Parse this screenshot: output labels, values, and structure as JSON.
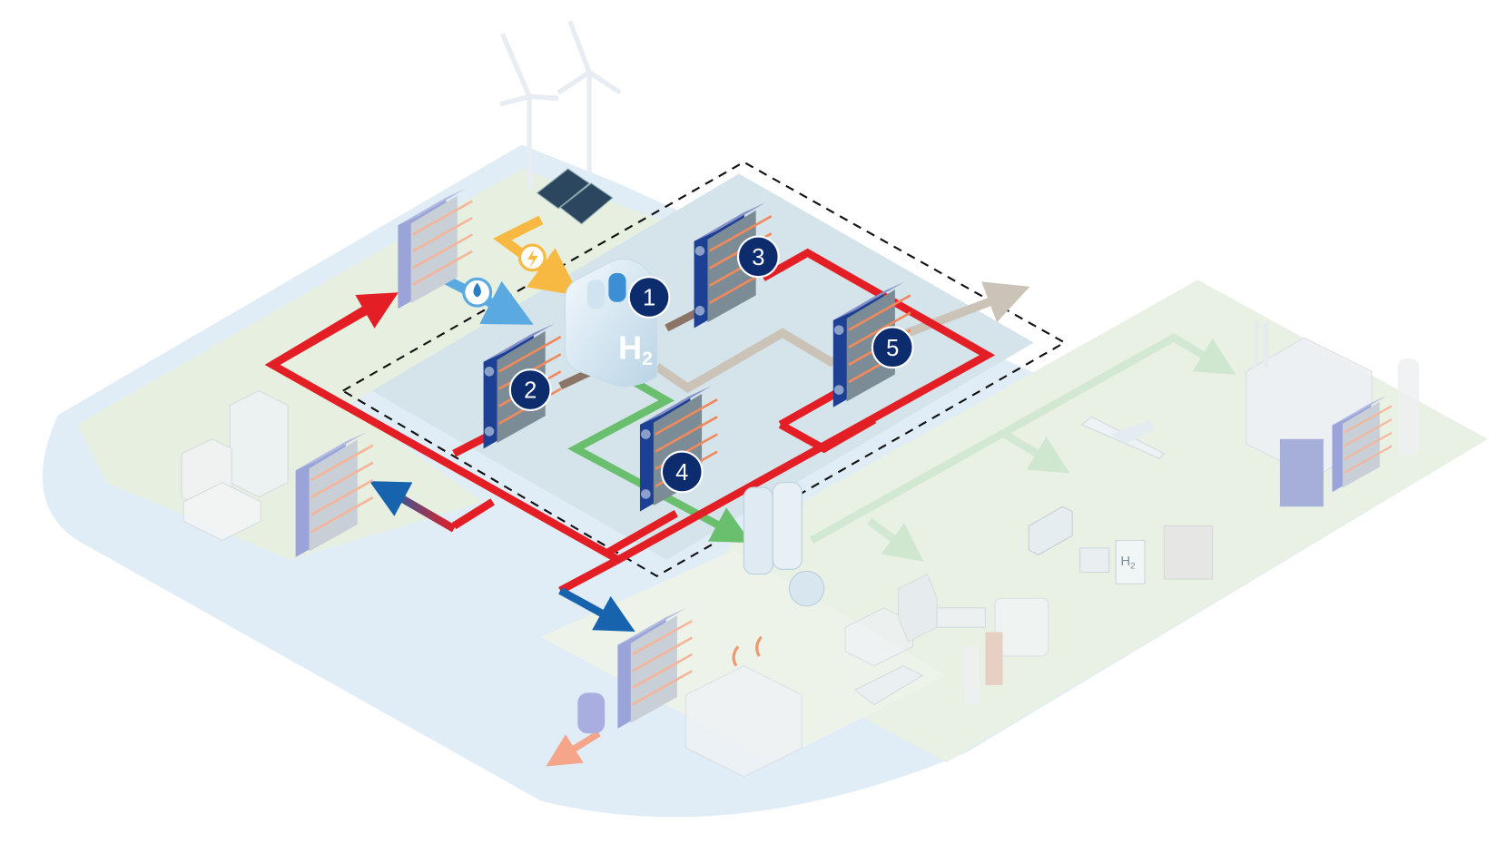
{
  "diagram": {
    "badges": [
      {
        "number": "1",
        "component": "electrolyzer"
      },
      {
        "number": "2",
        "component": "heat-exchanger"
      },
      {
        "number": "3",
        "component": "heat-exchanger"
      },
      {
        "number": "4",
        "component": "heat-exchanger"
      },
      {
        "number": "5",
        "component": "heat-exchanger"
      }
    ],
    "electrolyzer_label": {
      "main": "H",
      "sub": "2"
    },
    "fuel_station_label": {
      "main": "H",
      "sub": "2"
    },
    "colors": {
      "badge": "#0d2c6e",
      "heat_pipe": "#e31e24",
      "hydrogen_flow": "#6abf6e",
      "oxygen_flow": "#cbc3b8",
      "power_flow": "#f7b941",
      "water_flow": "#5aa9e0",
      "cooling_out": "#1763ad",
      "platform": "#d5e3eb",
      "land": "#e7efe1",
      "water": "#e1edf6",
      "exchanger_frame": "#1d3f94"
    }
  }
}
